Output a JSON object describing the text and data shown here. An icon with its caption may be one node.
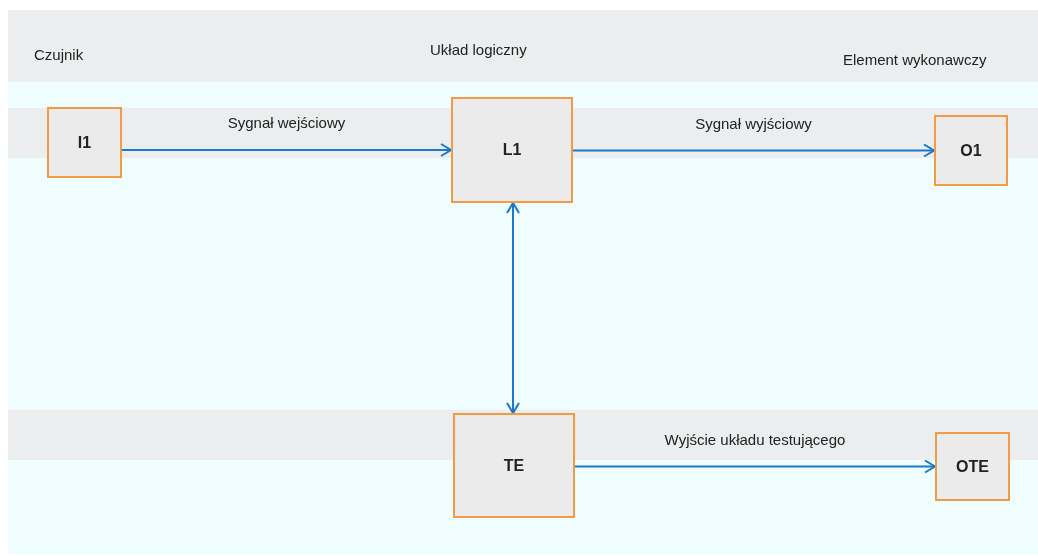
{
  "diagram": {
    "nodes": [
      {
        "text": [
          "I1"
        ]
      },
      {
        "text": [
          "L1"
        ]
      },
      {
        "text": [
          "O1"
        ]
      },
      {
        "text": [
          "TE"
        ]
      },
      {
        "text": [
          "OTE"
        ]
      }
    ],
    "edges": [
      {
        "from": 0,
        "to": 1,
        "arrow": "to",
        "label": "Sygnał wejściowy"
      },
      {
        "from": 1,
        "to": 2,
        "arrow": "to",
        "label": "Sygnał wyjściowy"
      },
      {
        "from": 1,
        "to": 3,
        "arrow": "both"
      },
      {
        "from": 3,
        "to": 4,
        "arrow": "to",
        "label": "Wyjście układu testującego"
      }
    ],
    "labels": [
      "Czujnik",
      "Układ logiczny",
      "Element wykonawczy"
    ]
  }
}
